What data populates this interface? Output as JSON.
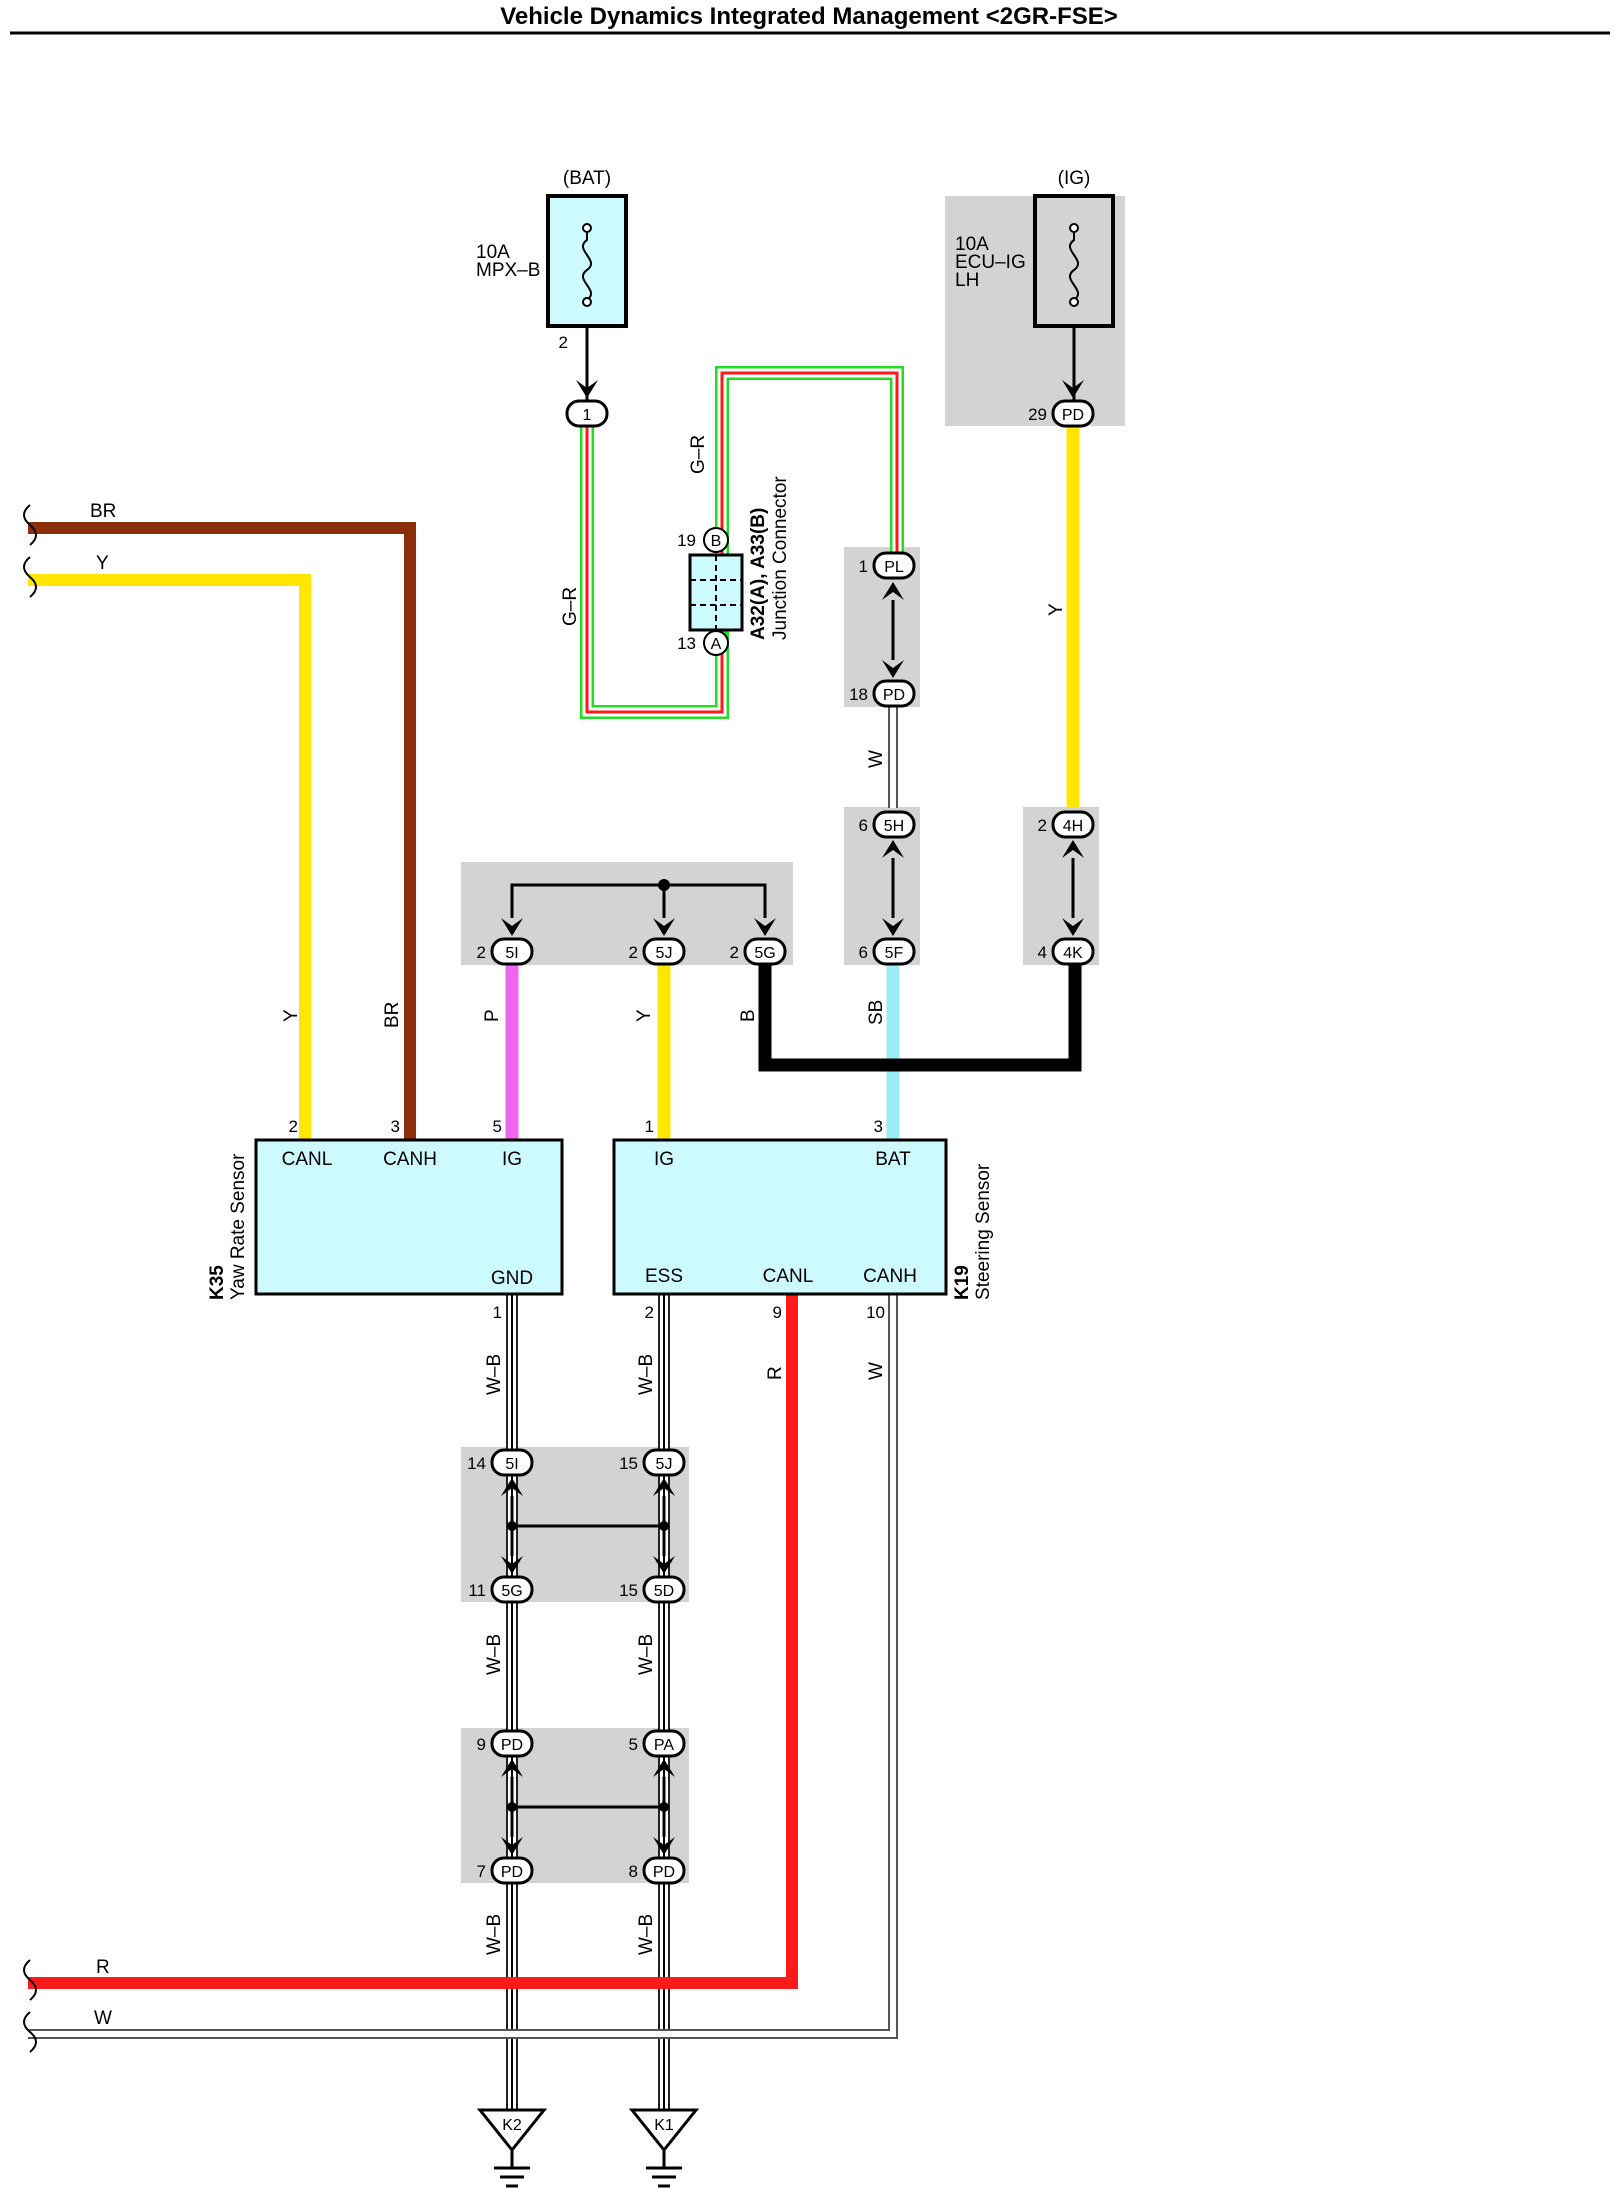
{
  "title": "Vehicle Dynamics Integrated Management <2GR-FSE>",
  "colors": {
    "background": "#ffffff",
    "junction_fill": "#d3d3d3",
    "component_fill": "#ccfaff",
    "wire_BR": "#8b2e0b",
    "wire_Y": "#ffe600",
    "wire_R": "#ff1a1a",
    "wire_P": "#ee66ee",
    "wire_SB": "#99ecf6",
    "wire_B": "#000000",
    "wire_W": "#ffffff",
    "wire_G": "#22dd22"
  },
  "fuses": {
    "bat": {
      "source": "(BAT)",
      "amps": "10A",
      "name": "MPX–B",
      "pin": "2",
      "connector": "1"
    },
    "ig": {
      "source": "(IG)",
      "amps": "10A",
      "name_line1": "ECU–IG",
      "name_line2": "LH",
      "pin": "29",
      "connector": "PD"
    }
  },
  "junction_connector": {
    "id": "A32(A), A33(B)",
    "name": "Junction Connector",
    "pin_b_num": "19",
    "pin_b": "B",
    "pin_a_num": "13",
    "pin_a": "A"
  },
  "wire_labels": {
    "g_r": "G–R",
    "y": "Y",
    "br": "BR",
    "w": "W",
    "p": "P",
    "b": "B",
    "sb": "SB",
    "r": "R",
    "w_b": "W–B"
  },
  "connectors": {
    "pl": {
      "num": "1",
      "code": "PL"
    },
    "pd18": {
      "num": "18",
      "code": "PD"
    },
    "h5": {
      "num": "6",
      "code": "5H"
    },
    "f5": {
      "num": "6",
      "code": "5F"
    },
    "h4": {
      "num": "2",
      "code": "4H"
    },
    "k4": {
      "num": "4",
      "code": "4K"
    },
    "i5": {
      "num": "2",
      "code": "5I"
    },
    "j5": {
      "num": "2",
      "code": "5J"
    },
    "g5": {
      "num": "2",
      "code": "5G"
    },
    "i5b": {
      "num": "14",
      "code": "5I"
    },
    "j5b": {
      "num": "15",
      "code": "5J"
    },
    "g5b": {
      "num": "11",
      "code": "5G"
    },
    "d5b": {
      "num": "15",
      "code": "5D"
    },
    "pd9": {
      "num": "9",
      "code": "PD"
    },
    "pa5": {
      "num": "5",
      "code": "PA"
    },
    "pd7": {
      "num": "7",
      "code": "PD"
    },
    "pd8": {
      "num": "8",
      "code": "PD"
    }
  },
  "yaw_sensor": {
    "code": "K35",
    "name": "Yaw Rate Sensor",
    "canl": "CANL",
    "canh": "CANH",
    "ig": "IG",
    "gnd": "GND",
    "pin_canl": "2",
    "pin_canh": "3",
    "pin_ig": "5",
    "pin_gnd": "1"
  },
  "steering_sensor": {
    "code": "K19",
    "name": "Steering Sensor",
    "ig": "IG",
    "bat": "BAT",
    "ess": "ESS",
    "canl": "CANL",
    "canh": "CANH",
    "pin_ig": "1",
    "pin_bat": "3",
    "pin_ess": "2",
    "pin_canl": "9",
    "pin_canh": "10"
  },
  "grounds": {
    "k2": "K2",
    "k1": "K1"
  }
}
